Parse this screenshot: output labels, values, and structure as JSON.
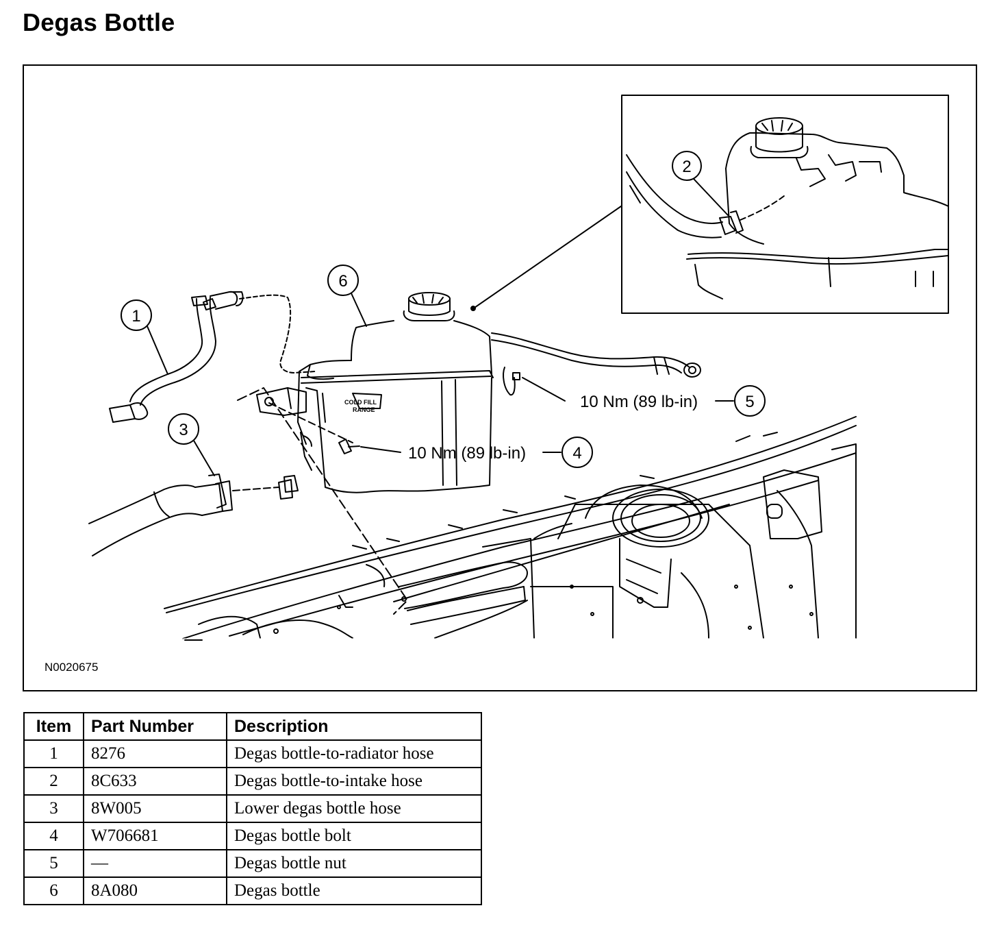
{
  "page": {
    "title": "Degas Bottle"
  },
  "figure": {
    "id": "N0020675",
    "callouts": [
      "1",
      "2",
      "3",
      "4",
      "5",
      "6"
    ],
    "torque_4": "10 Nm (89 lb-in)",
    "torque_5": "10 Nm (89 lb-in)",
    "bottle_label": [
      "COLD FILL",
      "RANGE"
    ]
  },
  "table": {
    "headers": [
      "Item",
      "Part Number",
      "Description"
    ],
    "rows": [
      {
        "item": "1",
        "part": "8276",
        "desc": "Degas bottle-to-radiator hose"
      },
      {
        "item": "2",
        "part": "8C633",
        "desc": "Degas bottle-to-intake hose"
      },
      {
        "item": "3",
        "part": "8W005",
        "desc": "Lower degas bottle hose"
      },
      {
        "item": "4",
        "part": "W706681",
        "desc": "Degas bottle bolt"
      },
      {
        "item": "5",
        "part": "—",
        "desc": "Degas bottle nut"
      },
      {
        "item": "6",
        "part": "8A080",
        "desc": "Degas bottle"
      }
    ]
  }
}
